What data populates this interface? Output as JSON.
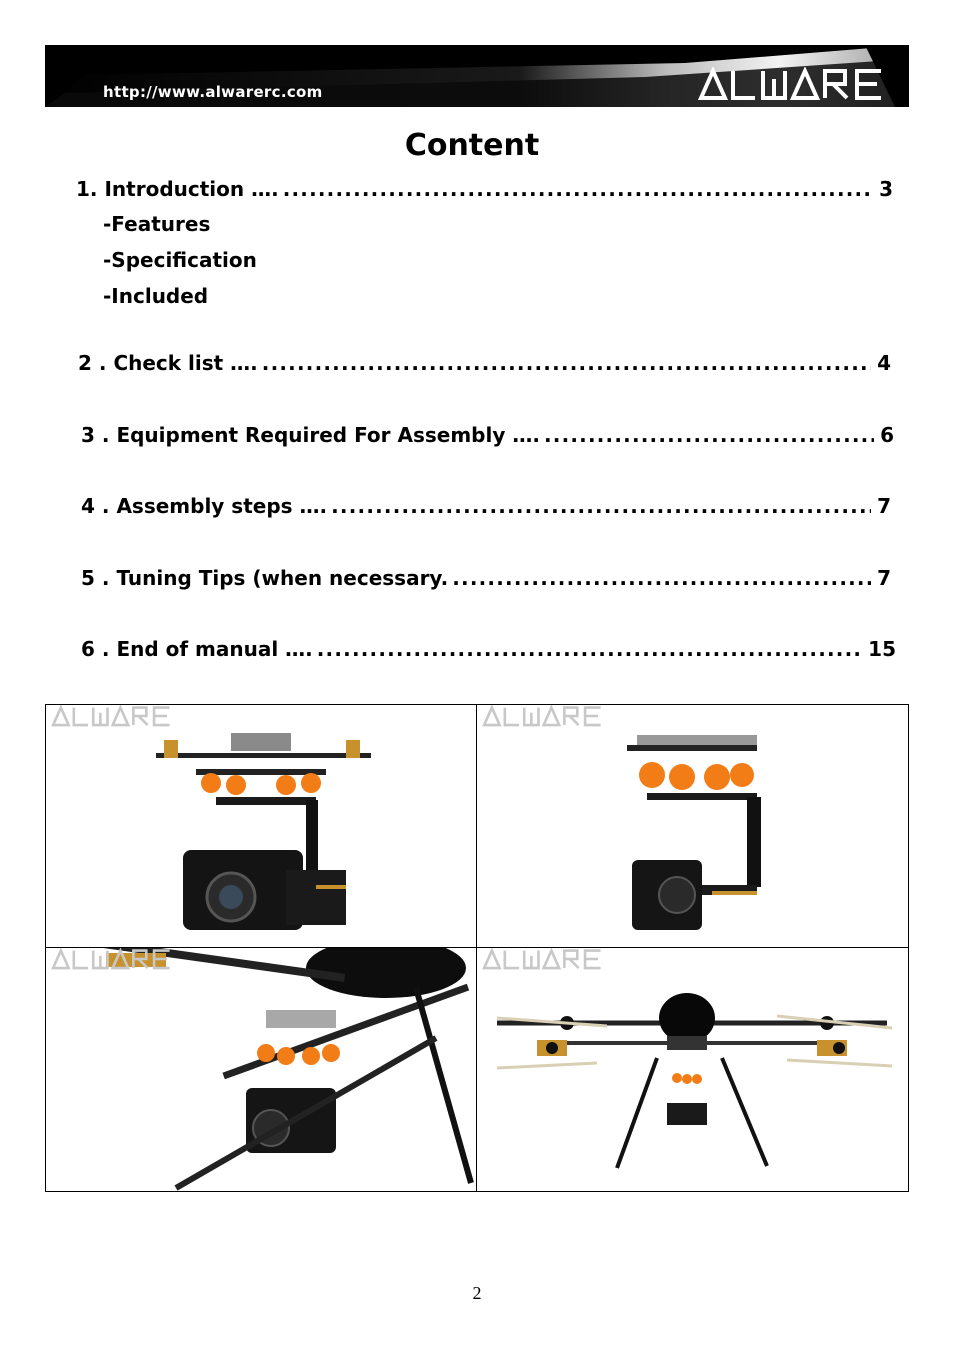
{
  "header": {
    "url": "http://www.alwarerc.com",
    "logo_text": "ALWARE"
  },
  "title": "Content",
  "toc": [
    {
      "label": "1. Introduction ….",
      "page": "3"
    },
    {
      "label": "2 . Check list ….",
      "page": "4"
    },
    {
      "label": "3 . Equipment Required For Assembly ….",
      "page": "6"
    },
    {
      "label": "4 . Assembly steps ….",
      "page": "7"
    },
    {
      "label": "5 . Tuning Tips (when necessary.",
      "page": "7"
    },
    {
      "label": "6 . End of manual ….",
      "page": "15"
    }
  ],
  "intro_subitems": [
    "-Features",
    "-Specification",
    "-Included"
  ],
  "photos": {
    "watermark": "ALWARE"
  },
  "footer": {
    "page_number": "2"
  }
}
